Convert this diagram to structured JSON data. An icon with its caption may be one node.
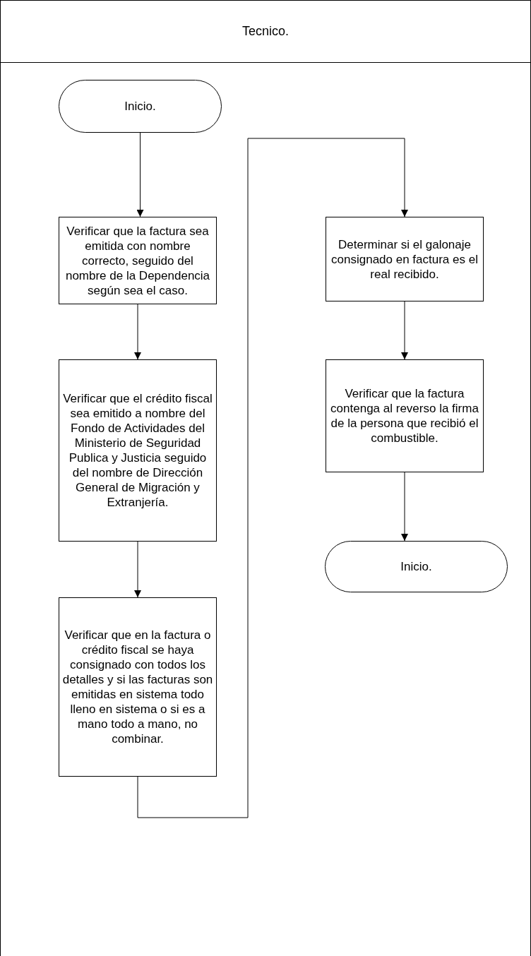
{
  "diagram": {
    "nodes": [
      {
        "text": [
          "Tecnico."
        ]
      },
      {
        "text": [
          "Inicio."
        ],
        "in": 0
      },
      {
        "text": [
          "Verificar que la factura sea emitida con nombre correcto, seguido del nombre de la Dependencia según sea el caso."
        ],
        "in": 0
      },
      {
        "text": [
          "Verificar que el crédito fiscal sea emitido a nombre del Fondo de Actividades del Ministerio de Seguridad Publica y Justicia seguido del nombre de Dirección General de Migración y Extranjería."
        ],
        "in": 0
      },
      {
        "text": [
          "Verificar que en la factura o crédito fiscal se haya consignado con todos los detalles y si las facturas son emitidas en sistema todo lleno en sistema o si es a mano todo a mano, no combinar."
        ],
        "in": 0
      },
      {
        "text": [
          "Determinar si el galonaje consignado en factura es el real recibido."
        ],
        "in": 0
      },
      {
        "text": [
          "Verificar que la factura contenga al reverso la firma de la persona que recibió el combustible."
        ],
        "in": 0
      },
      {
        "text": [
          "Inicio."
        ],
        "in": 0
      }
    ],
    "edges": [
      {
        "from": 1,
        "to": 2,
        "arrow": "to"
      },
      {
        "from": 2,
        "to": 3,
        "arrow": "to"
      },
      {
        "from": 3,
        "to": 4,
        "arrow": "to"
      },
      {
        "from": 4,
        "to": 5,
        "arrow": "to"
      },
      {
        "from": 5,
        "to": 6,
        "arrow": "to"
      },
      {
        "from": 6,
        "to": 7,
        "arrow": "to"
      }
    ]
  }
}
